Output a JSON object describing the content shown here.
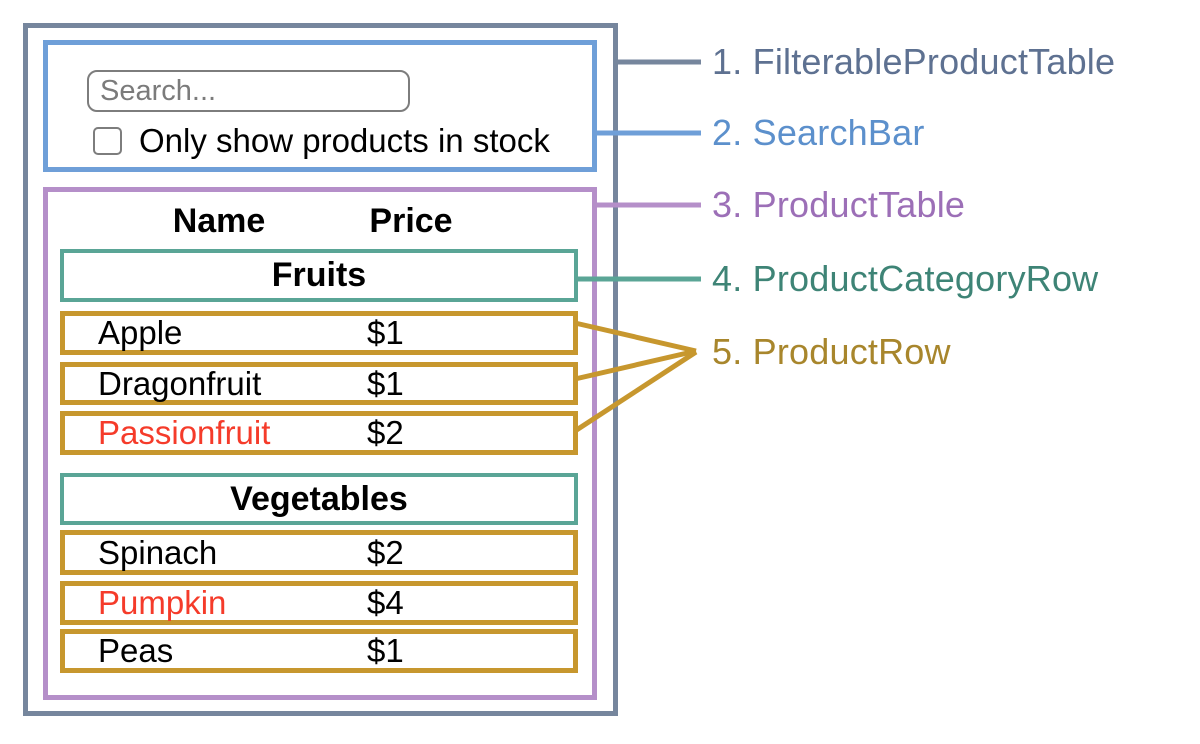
{
  "diagram": {
    "components": {
      "filterable_product_table": {
        "label": "1. FilterableProductTable",
        "border_color": "#76869d",
        "label_color": "#5e7191"
      },
      "search_bar": {
        "label": "2. SearchBar",
        "border_color": "#6f9fd8",
        "label_color": "#5c90cc"
      },
      "product_table": {
        "label": "3. ProductTable",
        "border_color": "#b58fc9",
        "label_color": "#9c6fb7"
      },
      "product_category_row": {
        "label": "4. ProductCategoryRow",
        "border_color": "#5aa596",
        "label_color": "#3e8476"
      },
      "product_row": {
        "label": "5. ProductRow",
        "border_color": "#c7972e",
        "label_color": "#a8862c"
      }
    }
  },
  "search_bar": {
    "input_placeholder": "Search...",
    "input_value": "",
    "checkbox_label": "Only show products in stock",
    "checkbox_checked": false
  },
  "product_table": {
    "headers": {
      "name": "Name",
      "price": "Price"
    },
    "sections": [
      {
        "category": "Fruits",
        "rows": [
          {
            "name": "Apple",
            "price": "$1",
            "name_color": "#000000"
          },
          {
            "name": "Dragonfruit",
            "price": "$1",
            "name_color": "#000000"
          },
          {
            "name": "Passionfruit",
            "price": "$2",
            "name_color": "#f53b2a"
          }
        ]
      },
      {
        "category": "Vegetables",
        "rows": [
          {
            "name": "Spinach",
            "price": "$2",
            "name_color": "#000000"
          },
          {
            "name": "Pumpkin",
            "price": "$4",
            "name_color": "#f53b2a"
          },
          {
            "name": "Peas",
            "price": "$1",
            "name_color": "#000000"
          }
        ]
      }
    ]
  },
  "colors": {
    "out_of_stock_text": "#f53b2a",
    "in_stock_text": "#000000",
    "background": "#ffffff"
  }
}
